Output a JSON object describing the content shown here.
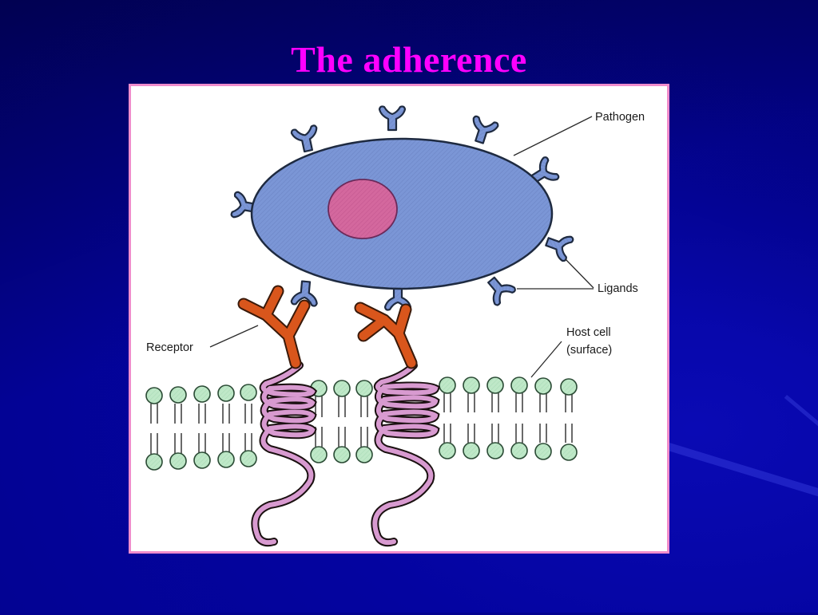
{
  "slide": {
    "title": "The adherence",
    "colors": {
      "background": "#020290",
      "title": "#ff00ff",
      "frame_border": "#f08ccc",
      "pathogen": "#7b96d6",
      "nucleus": "#d4689e",
      "receptor": "#d9561c",
      "membrane_head": "#b9e6c4",
      "helix": "#d89ad0"
    }
  },
  "diagram": {
    "labels": {
      "pathogen": "Pathogen",
      "ligands": "Ligands",
      "receptor": "Receptor",
      "host_cell_line1": "Host cell",
      "host_cell_line2": "(surface)"
    }
  }
}
